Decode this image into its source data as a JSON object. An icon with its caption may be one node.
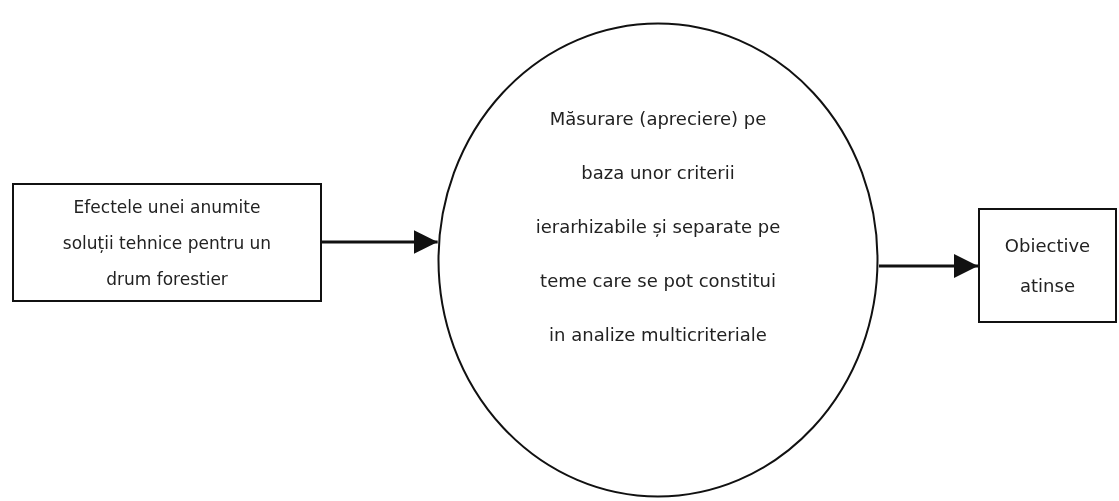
{
  "diagram": {
    "nodes": [
      {
        "text": [
          "Efectele unei anumite soluții tehnice pentru un drum forestier"
        ]
      },
      {
        "text": [
          "Măsurare (apreciere) pe baza unor criterii ierarhizabile și separate pe teme care se pot constitui in analize multicriteriale"
        ]
      },
      {
        "text": [
          "Obiective atinse"
        ]
      }
    ],
    "edges": [
      {
        "from": 0,
        "to": 1,
        "arrow": "to"
      },
      {
        "from": 1,
        "to": 2,
        "arrow": "to"
      }
    ]
  }
}
